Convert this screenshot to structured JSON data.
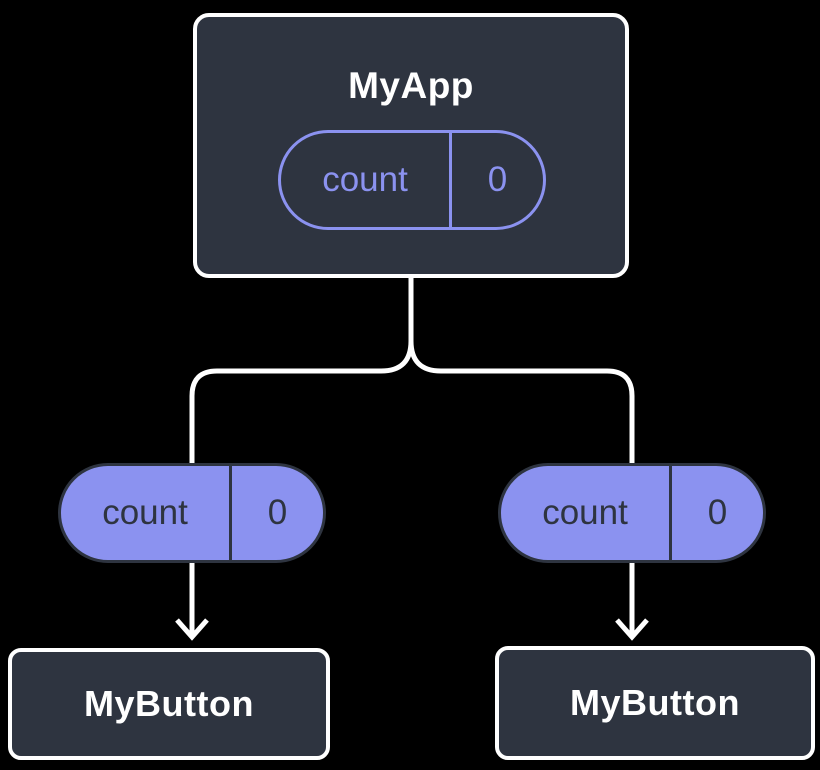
{
  "canvas": {
    "background": "#000000"
  },
  "colors": {
    "canvas-bg": "#000000",
    "node-fill": "#2e3440",
    "node-border": "#ffffff",
    "node-text": "#ffffff",
    "accent-purple": "#8b92f0",
    "pill-dark": "#2e3440",
    "connector": "#ffffff"
  },
  "diagram": {
    "type": "component-tree",
    "root": {
      "label": "MyApp",
      "state_pill": {
        "key": "count",
        "value": "0"
      }
    },
    "children": [
      {
        "label": "MyButton",
        "prop_pill": {
          "key": "count",
          "value": "0"
        }
      },
      {
        "label": "MyButton",
        "prop_pill": {
          "key": "count",
          "value": "0"
        }
      }
    ]
  }
}
